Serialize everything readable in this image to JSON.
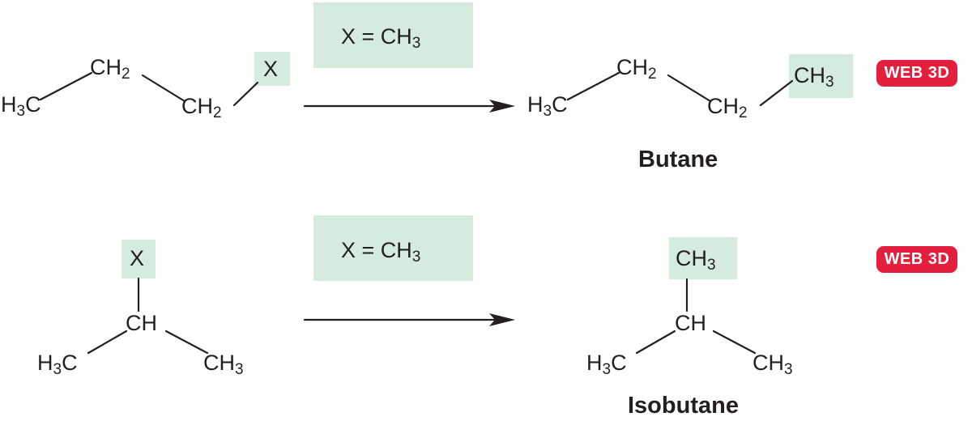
{
  "reactions": [
    {
      "reactant": {
        "atoms": {
          "h3c": {
            "main": "H",
            "sub": "3",
            "tail": "C"
          },
          "ch2_top": {
            "main": "CH",
            "sub": "2"
          },
          "ch2_bottom": {
            "main": "CH",
            "sub": "2"
          },
          "x": {
            "main": "X"
          }
        }
      },
      "condition": {
        "text": "X = CH",
        "sub": "3"
      },
      "product": {
        "atoms": {
          "h3c": {
            "main": "H",
            "sub": "3",
            "tail": "C"
          },
          "ch2_top": {
            "main": "CH",
            "sub": "2"
          },
          "ch2_bottom": {
            "main": "CH",
            "sub": "2"
          },
          "ch3": {
            "main": "CH",
            "sub": "3"
          }
        },
        "name": "Butane"
      },
      "badge": "WEB 3D"
    },
    {
      "reactant": {
        "atoms": {
          "x": {
            "main": "X"
          },
          "ch": {
            "main": "CH"
          },
          "h3c": {
            "main": "H",
            "sub": "3",
            "tail": "C"
          },
          "ch3": {
            "main": "CH",
            "sub": "3"
          }
        }
      },
      "condition": {
        "text": "X = CH",
        "sub": "3"
      },
      "product": {
        "atoms": {
          "ch3_top": {
            "main": "CH",
            "sub": "3"
          },
          "ch": {
            "main": "CH"
          },
          "h3c": {
            "main": "H",
            "sub": "3",
            "tail": "C"
          },
          "ch3": {
            "main": "CH",
            "sub": "3"
          }
        },
        "name": "Isobutane"
      },
      "badge": "WEB 3D"
    }
  ],
  "colors": {
    "highlight": "#d5ebdd",
    "badge": "#e41f3d",
    "ink": "#231f20"
  }
}
